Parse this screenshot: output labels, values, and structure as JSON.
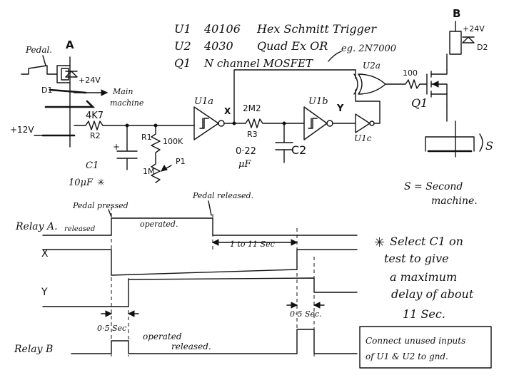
{
  "parts_list": [
    {
      "ref": "U1",
      "part": "40106",
      "desc": "Hex Schmitt Trigger"
    },
    {
      "ref": "U2",
      "part": "4030",
      "desc": "Quad Ex OR"
    },
    {
      "ref": "Q1",
      "part": "",
      "desc": "N channel MOSFET"
    }
  ],
  "example_part": "eg. 2N7000",
  "section_a": "A",
  "section_b": "B",
  "labels": {
    "pedal": "Pedal.",
    "v24_a": "+24V",
    "v24_b": "+24V",
    "d1": "D1",
    "d2": "D2",
    "main_machine": "Main machine",
    "v12": "+12V",
    "r2_value": "4K7",
    "r2": "R2",
    "r1": "R1",
    "r1_value": "100K",
    "p1": "P1",
    "p1_value": "1M",
    "c1": "C1",
    "c1_value": "10μF",
    "c1_asterisk": "✳",
    "plus": "+",
    "u1a": "U1a",
    "u1b": "U1b",
    "u1c": "U1c",
    "u2a": "U2a",
    "node_x": "X",
    "node_y": "Y",
    "r3_value": "2M2",
    "r3": "R3",
    "c2": "C2",
    "c2_value_1": "0·22",
    "c2_value_2": "μF",
    "r100": "100",
    "q1": "Q1",
    "s": "S",
    "s_note_1": "S = Second",
    "s_note_2": "machine."
  },
  "timing": {
    "relay_a": "Relay A.",
    "released": "released",
    "pedal_pressed": "Pedal pressed",
    "operated": "operated.",
    "pedal_released": "Pedal released.",
    "x": "X",
    "y": "Y",
    "delay_range": "1 to 11 Sec",
    "half_sec_1": "0·5 Sec",
    "half_sec_2": "0·5 Sec.",
    "relay_b": "Relay B",
    "operated_b": "operated",
    "released_b": "released."
  },
  "note": {
    "asterisk": "✳",
    "line1": "Select C1 on",
    "line2": "test to give",
    "line3": "a maximum",
    "line4": "delay of about",
    "line5": "11 Sec."
  },
  "box_note": {
    "line1": "Connect unused inputs",
    "line2": "of U1 & U2 to gnd."
  }
}
